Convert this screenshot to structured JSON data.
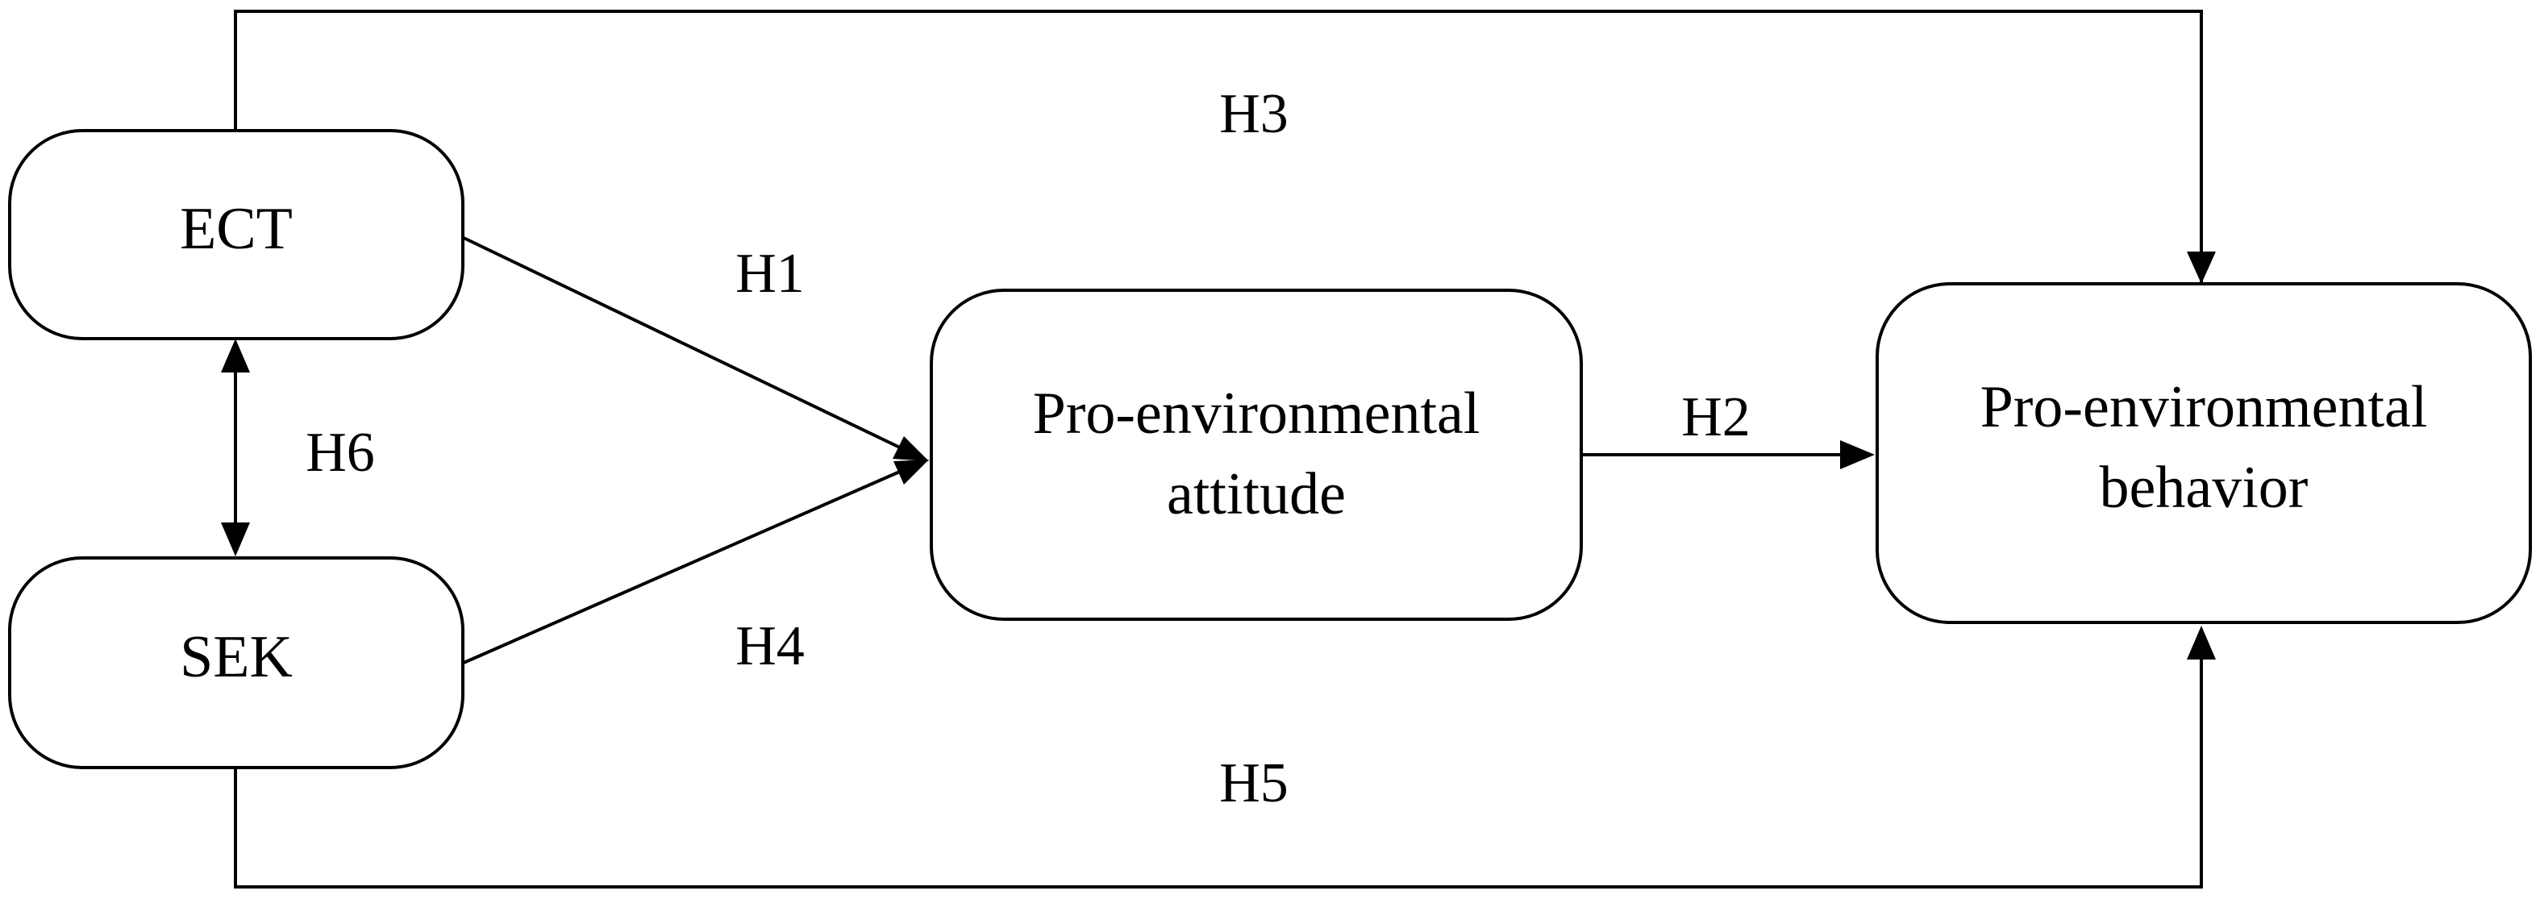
{
  "diagram": {
    "nodes": {
      "ect": {
        "label": "ECT"
      },
      "sek": {
        "label": "SEK"
      },
      "attitude": {
        "line1": "Pro-environmental",
        "line2": "attitude"
      },
      "behavior": {
        "line1": "Pro-environmental",
        "line2": "behavior"
      }
    },
    "edges": {
      "h1": {
        "label": "H1",
        "from": "ECT",
        "to": "Pro-environmental attitude"
      },
      "h2": {
        "label": "H2",
        "from": "Pro-environmental attitude",
        "to": "Pro-environmental behavior"
      },
      "h3": {
        "label": "H3",
        "from": "ECT",
        "to": "Pro-environmental behavior"
      },
      "h4": {
        "label": "H4",
        "from": "SEK",
        "to": "Pro-environmental attitude"
      },
      "h5": {
        "label": "H5",
        "from": "SEK",
        "to": "Pro-environmental behavior"
      },
      "h6": {
        "label": "H6",
        "from": "ECT",
        "to": "SEK",
        "bidirectional": true
      }
    },
    "colors": {
      "stroke": "#000000",
      "fill": "#ffffff",
      "text": "#000000"
    }
  }
}
